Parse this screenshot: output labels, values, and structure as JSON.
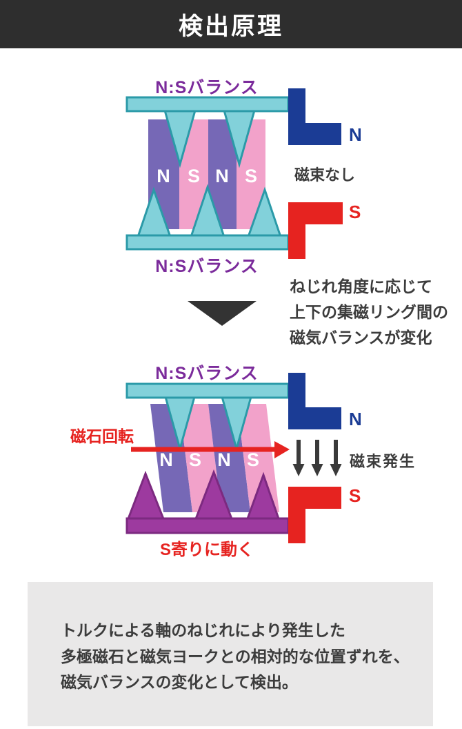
{
  "header": {
    "title": "検出原理"
  },
  "diagram1": {
    "balance_label_top": "N:Sバランス",
    "balance_label_bottom": "N:Sバランス",
    "magnet_poles": [
      "N",
      "S",
      "N",
      "S"
    ],
    "yoke_n_label": "N",
    "yoke_s_label": "S",
    "flux_status": "磁束なし"
  },
  "transition": {
    "lines": [
      "ねじれ角度に応じて",
      "上下の集磁リング間の",
      "磁気バランスが変化"
    ]
  },
  "diagram2": {
    "balance_label_top": "N:Sバランス",
    "rotation_label": "磁石回転",
    "magnet_poles": [
      "N",
      "S",
      "N",
      "S"
    ],
    "yoke_n_label": "N",
    "yoke_s_label": "S",
    "flux_status": "磁束発生",
    "shift_label": "S寄りに動く"
  },
  "footer": {
    "lines": [
      "トルクによる軸のねじれにより発生した",
      "多極磁石と磁気ヨークとの相対的な位置ずれを、",
      "磁気バランスの変化として検出。"
    ]
  },
  "colors": {
    "header_bg": "#2e2e2e",
    "collector_ring_fill": "#82d1da",
    "collector_ring_stroke": "#2b9aa8",
    "magnet_n_fill": "#7668b6",
    "magnet_s_fill": "#f2a2ca",
    "shifted_ring_fill": "#9d3a9f",
    "shifted_ring_stroke": "#7c2a80",
    "yoke_n_fill": "#1b3c95",
    "yoke_s_fill": "#e62320",
    "balance_text": "#7b2b9b",
    "body_text": "#3c3c3c",
    "footer_bg": "#e9e8e8"
  }
}
